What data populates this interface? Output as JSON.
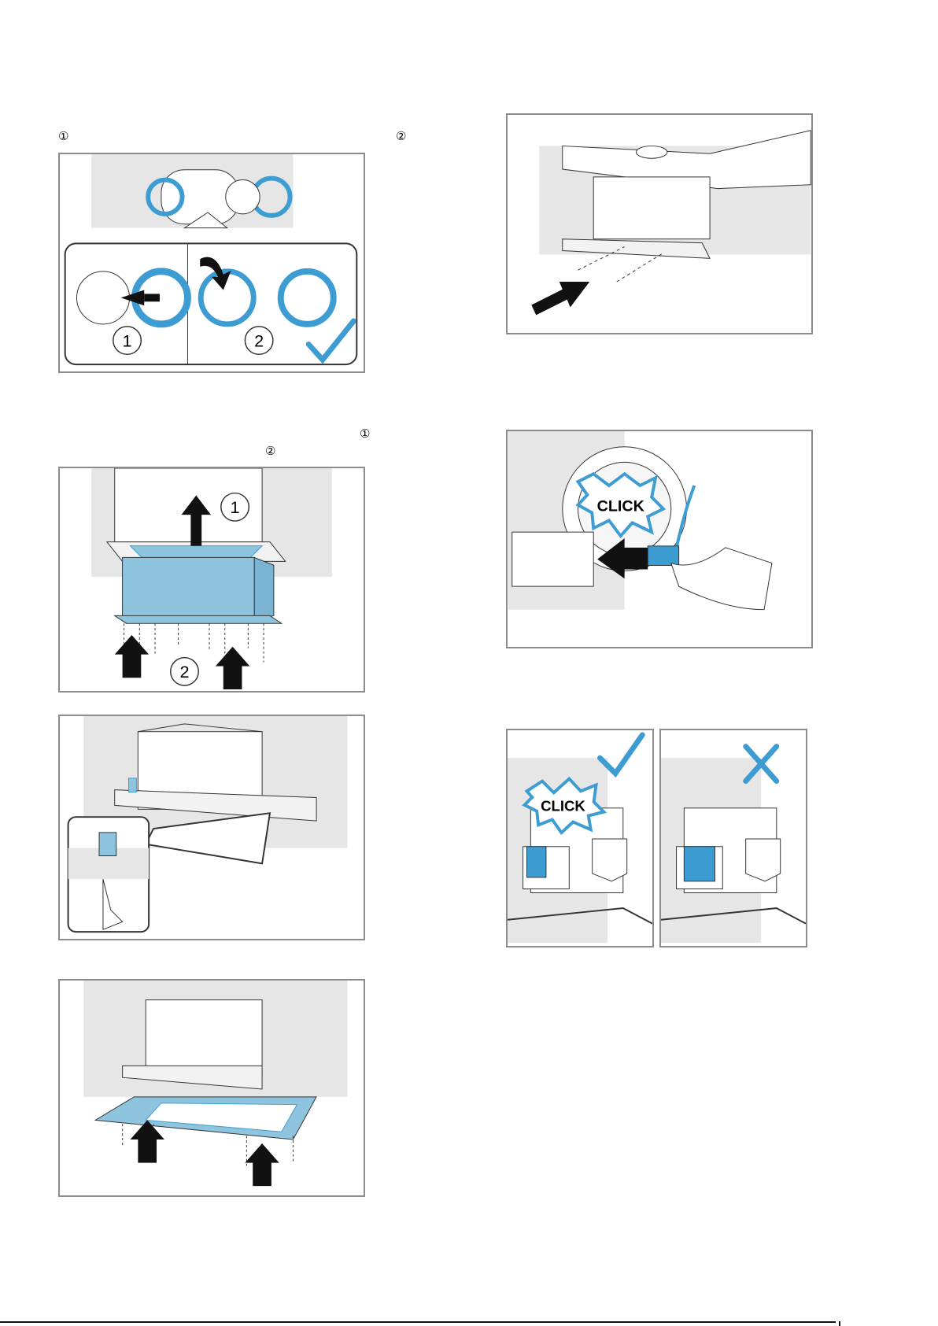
{
  "markers": {
    "step1_left": "①",
    "step1_right": "②",
    "step2_right": "①",
    "step2_left": "②"
  },
  "figures": {
    "fig1": {
      "badge1": "1",
      "badge2": "2"
    },
    "fig2": {
      "badge1": "1",
      "badge2": "2"
    },
    "fig6": {
      "click": "CLICK"
    },
    "fig7": {
      "click": "CLICK"
    }
  },
  "colors": {
    "accent": "#3d9cd2",
    "fill": "#8fc4de",
    "frame": "#8c8c8c",
    "wall": "#e6e6e6"
  }
}
